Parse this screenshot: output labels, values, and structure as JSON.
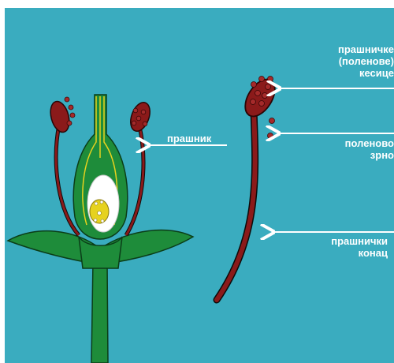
{
  "colors": {
    "background": "#3aacbf",
    "stamen_red": "#8b1a1a",
    "pollen_red": "#a52a2a",
    "flower_green": "#1e8c3a",
    "arrow_white": "#ffffff",
    "ovule_yellow": "#e6d21e"
  },
  "labels": {
    "stamen": "прашник",
    "anther_sacs": "прашничке\n(поленове)\nкесице",
    "pollen_grain": "поленово\nзрно",
    "filament": "прашнички\nконац"
  }
}
